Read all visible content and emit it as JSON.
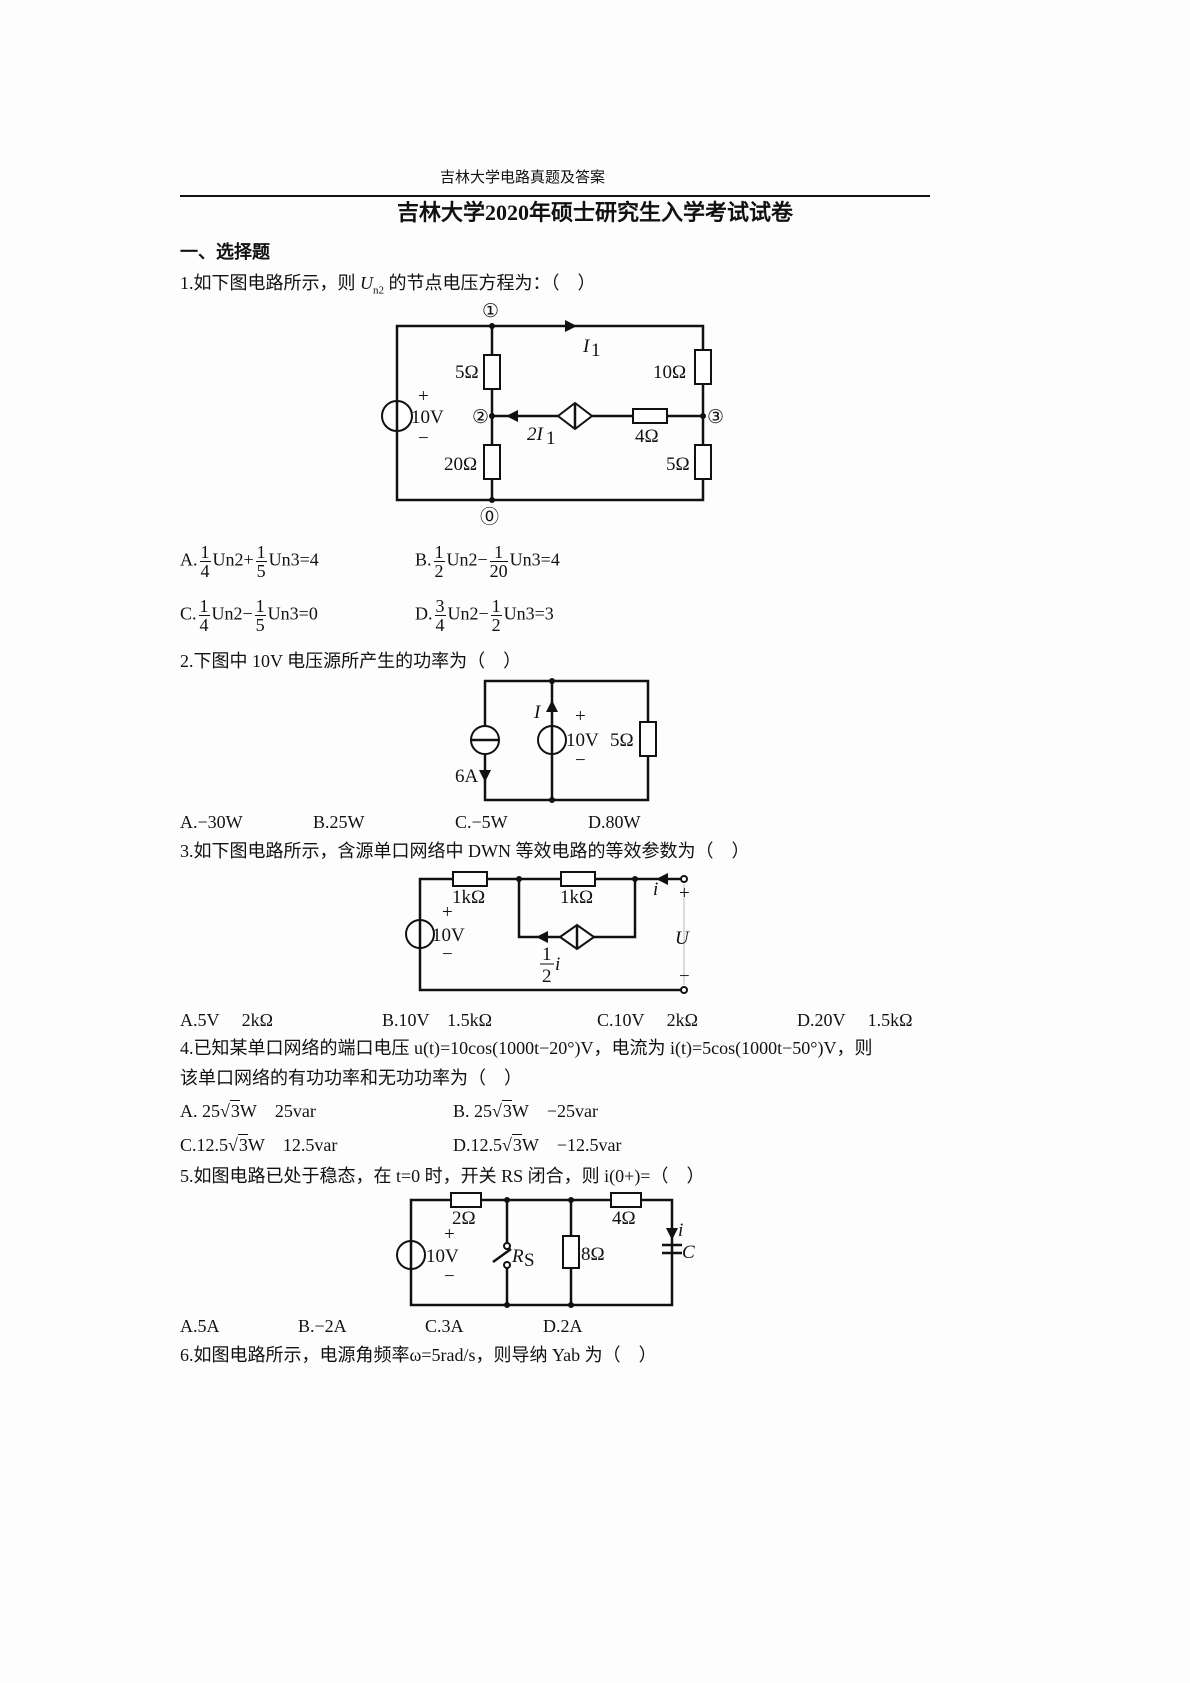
{
  "header": "吉林大学电路真题及答案",
  "title": "吉林大学2020年硕士研究生入学考试试卷",
  "section": "一、选择题",
  "q1": {
    "prefix": "1.如下图电路所示，则 ",
    "var": "U",
    "sub": "n2",
    "suffix": " 的节点电压方程为：（　）",
    "circuit": {
      "node1": "①",
      "node2": "②",
      "node3": "③",
      "node0": "⓪",
      "r5a": "5Ω",
      "r10": "10Ω",
      "src": "10V",
      "plus": "+",
      "minus": "−",
      "ctrl": "2I",
      "ctrl_sub": "1",
      "r4": "4Ω",
      "r20": "20Ω",
      "r5b": "5Ω",
      "i1": "I",
      "i1_sub": "1"
    },
    "options": [
      {
        "label": "A.",
        "n1": "1",
        "d1": "4",
        "v1": "Un2",
        "op": "+",
        "n2": "1",
        "d2": "5",
        "v2": "Un3",
        "rhs": "=4"
      },
      {
        "label": "B.",
        "n1": "1",
        "d1": "2",
        "v1": "Un2",
        "op": "−",
        "n2": "1",
        "d2": "20",
        "v2": "Un3",
        "rhs": "=4"
      },
      {
        "label": "C.",
        "n1": "1",
        "d1": "4",
        "v1": "Un2",
        "op": "−",
        "n2": "1",
        "d2": "5",
        "v2": "Un3",
        "rhs": "=0"
      },
      {
        "label": "D.",
        "n1": "3",
        "d1": "4",
        "v1": "Un2",
        "op": "−",
        "n2": "1",
        "d2": "2",
        "v2": "Un3",
        "rhs": "=3"
      }
    ]
  },
  "q2": {
    "text": "2.下图中 10V 电压源所产生的功率为（　）",
    "circuit": {
      "is": "6A",
      "i": "I",
      "vs": "10V",
      "plus": "+",
      "minus": "−",
      "r": "5Ω"
    },
    "options": [
      "A.−30W",
      "B.25W",
      "C.−5W",
      "D.80W"
    ]
  },
  "q3": {
    "text": "3.如下图电路所示，含源单口网络中 DWN 等效电路的等效参数为（　）",
    "circuit": {
      "r1": "1kΩ",
      "r2": "1kΩ",
      "vs": "10V",
      "plus": "+",
      "minus": "−",
      "i": "i",
      "u": "U",
      "uplus": "+",
      "uminus": "−",
      "ctrl_n": "1",
      "ctrl_d": "2",
      "ctrl_v": "i"
    },
    "options": [
      "A.5V　 2kΩ",
      "B.10V　1.5kΩ",
      "C.10V　 2kΩ",
      "D.20V　 1.5kΩ"
    ]
  },
  "q4": {
    "line1": "4.已知某单口网络的端口电压 u(t)=10cos(1000t−20°)V，电流为 i(t)=5cos(1000t−50°)V，则",
    "line2": "该单口网络的有功功率和无功功率为（　）",
    "options": [
      {
        "label": "A. 25",
        "rad": "3",
        "unit": "W",
        "q": "25var"
      },
      {
        "label": "B. 25",
        "rad": "3",
        "unit": "W",
        "q": "−25var"
      },
      {
        "label": "C.12.5",
        "rad": "3",
        "unit": "W",
        "q": "12.5var"
      },
      {
        "label": "D.12.5",
        "rad": "3",
        "unit": "W",
        "q": "−12.5var"
      }
    ]
  },
  "q5": {
    "text": "5.如图电路已处于稳态，在 t=0 时，开关 RS 闭合，则 i(0+)=（　）",
    "circuit": {
      "r1": "2Ω",
      "r2": "4Ω",
      "vs": "10V",
      "plus": "+",
      "minus": "−",
      "sw": "R",
      "sw_sub": "S",
      "r3": "8Ω",
      "i": "i",
      "c": "C"
    },
    "options": [
      "A.5A",
      "B.−2A",
      "C.3A",
      "D.2A"
    ]
  },
  "q6": {
    "text": "6.如图电路所示，电源角频率ω=5rad/s，则导纳 Yab 为（　）"
  }
}
